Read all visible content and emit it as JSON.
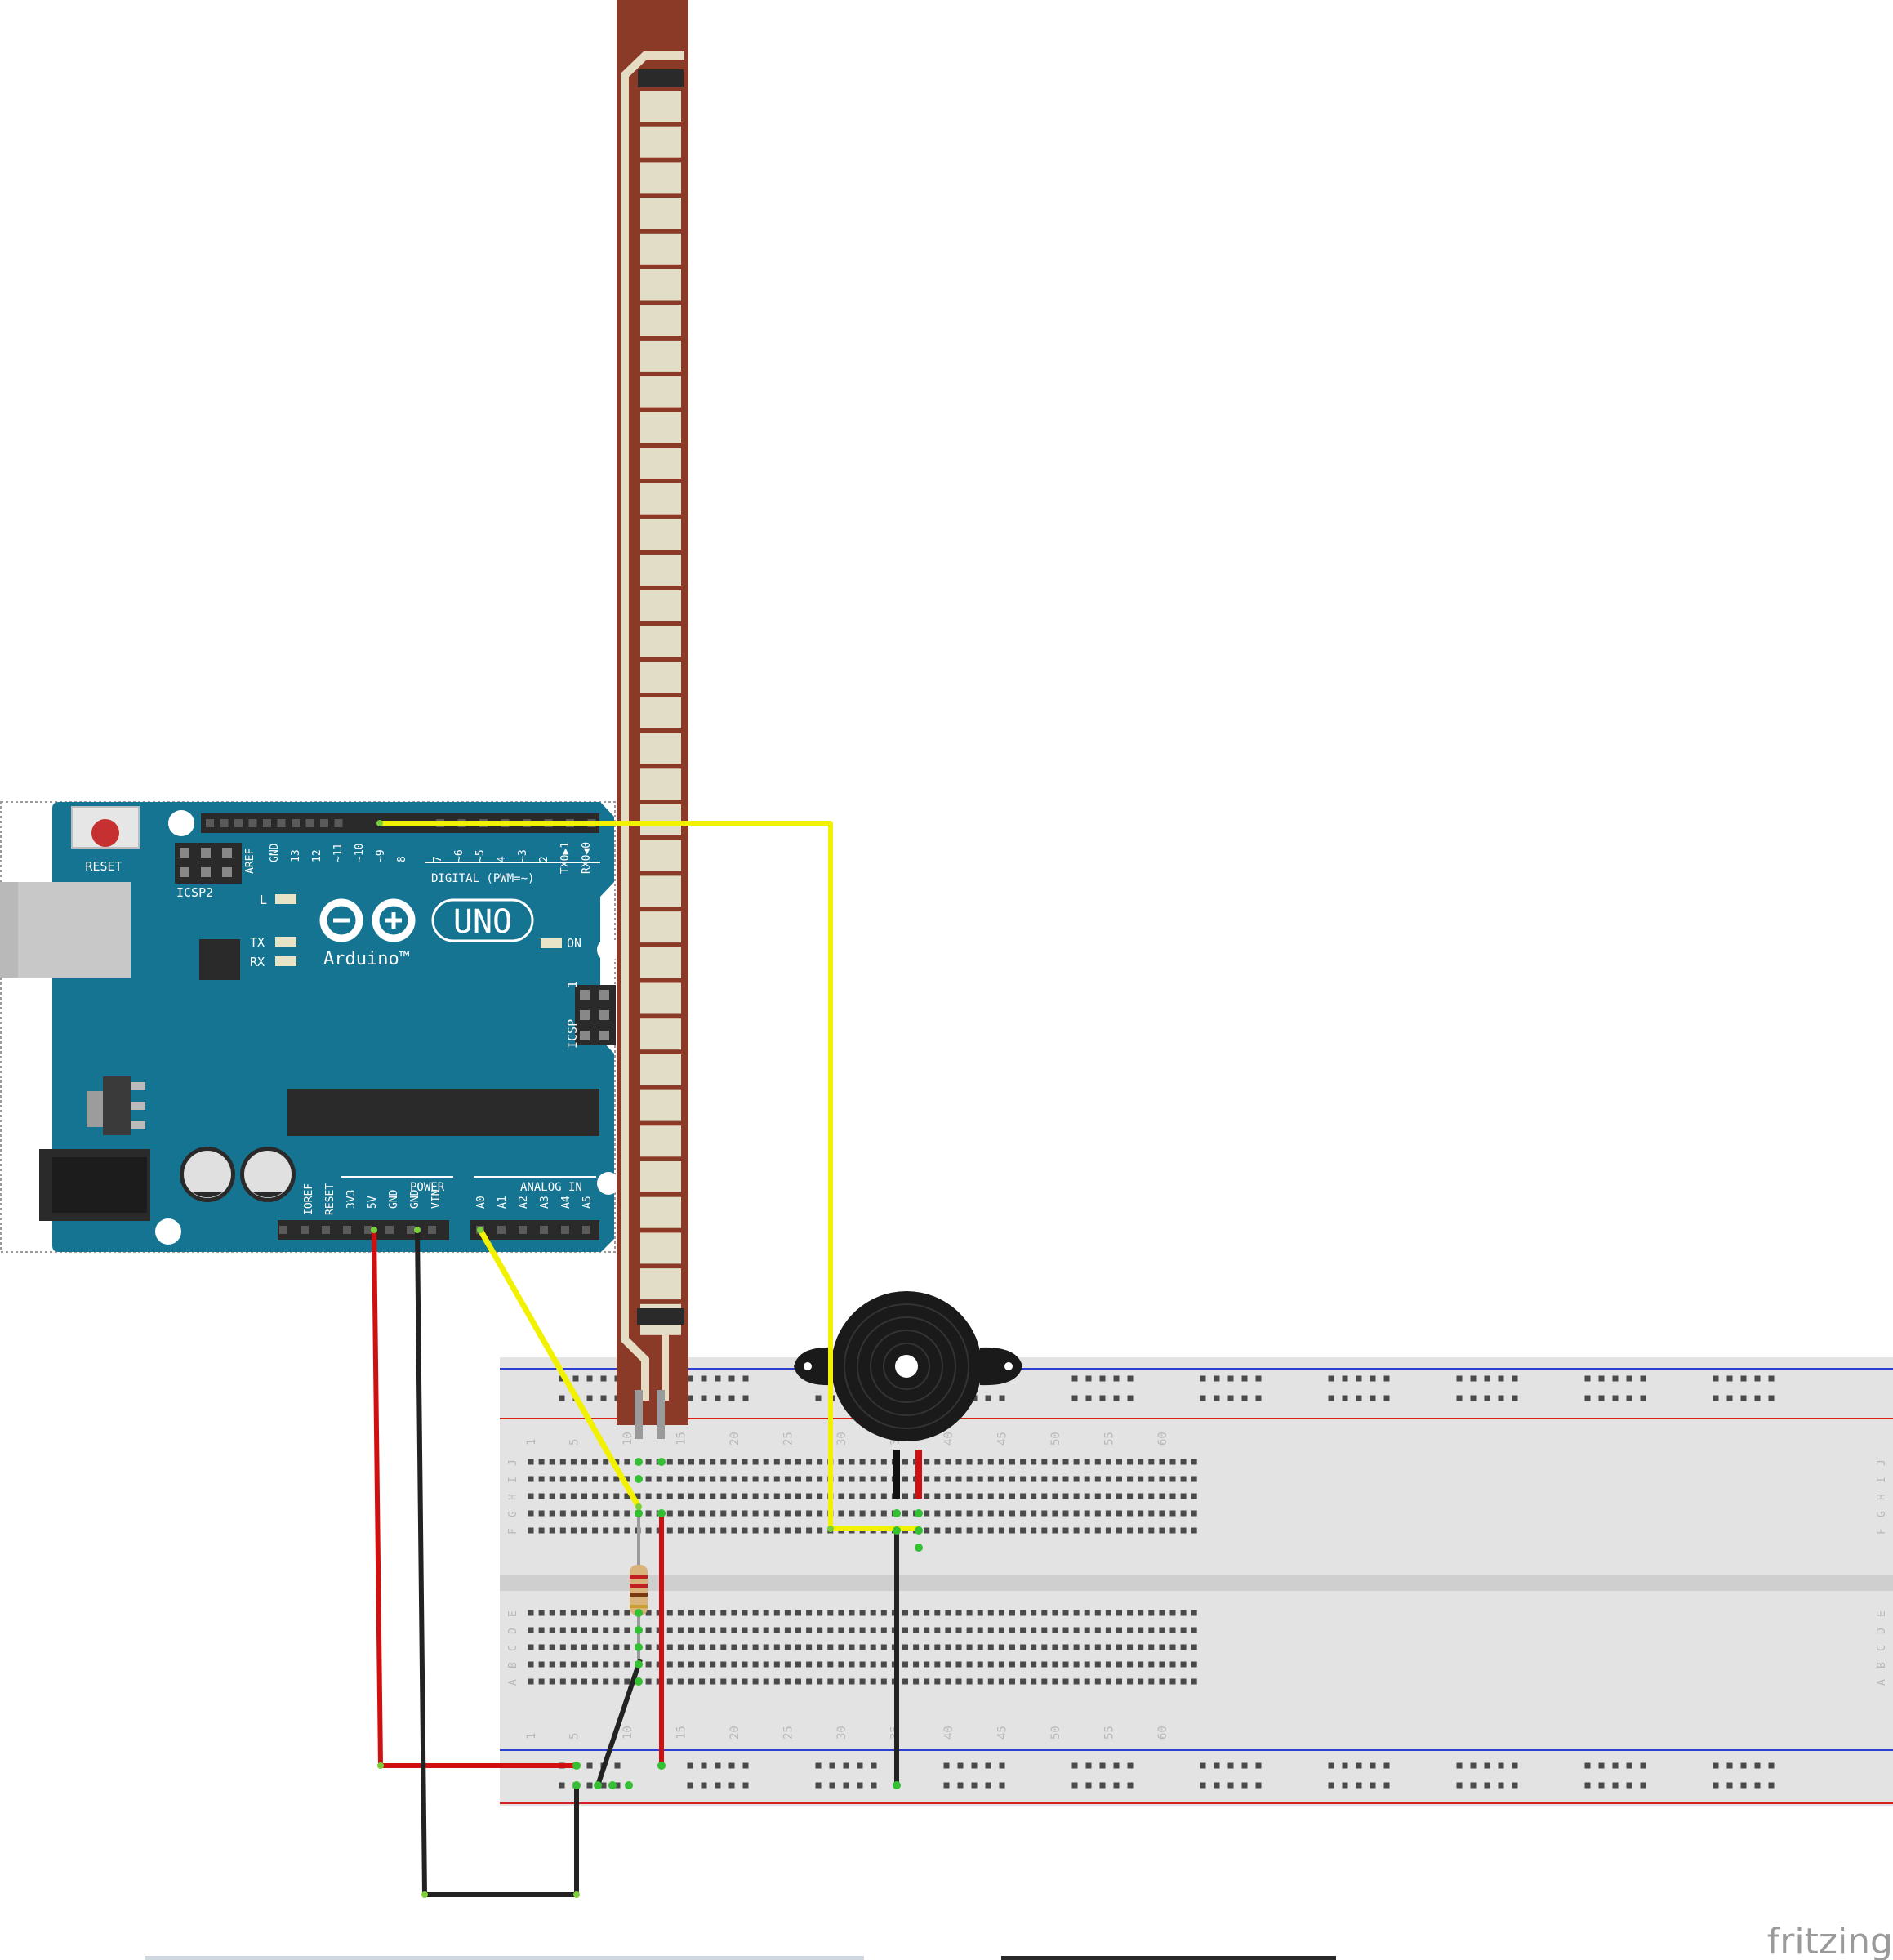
{
  "diagram": {
    "arduino": {
      "reset_label": "RESET",
      "icsp2_label": "ICSP2",
      "icsp_label": "ICSP",
      "icsp_pin1": "1",
      "digital_header_label": "DIGITAL (PWM=~)",
      "digital_pins": [
        "AREF",
        "GND",
        "13",
        "12",
        "~11",
        "~10",
        "~9",
        "8",
        "7",
        "~6",
        "~5",
        "4",
        "~3",
        "2",
        "TX0▶1",
        "RX0◀0"
      ],
      "led_l": "L",
      "led_tx": "TX",
      "led_rx": "RX",
      "led_on": "ON",
      "brand_uno": "UNO",
      "brand_arduino": "Arduino™",
      "power_label": "POWER",
      "power_pins": [
        "IOREF",
        "RESET",
        "3V3",
        "5V",
        "GND",
        "GND",
        "VIN"
      ],
      "analog_label": "ANALOG IN",
      "analog_pins": [
        "A0",
        "A1",
        "A2",
        "A3",
        "A4",
        "A5"
      ]
    },
    "breadboard": {
      "column_numbers": [
        "1",
        "5",
        "10",
        "15",
        "20",
        "25",
        "30",
        "35",
        "40",
        "45",
        "50",
        "55",
        "60"
      ],
      "top_row_letters": [
        "J",
        "I",
        "H",
        "G",
        "F"
      ],
      "bottom_row_letters": [
        "E",
        "D",
        "C",
        "B",
        "A"
      ]
    },
    "watermark": "fritzing",
    "colors": {
      "board": "#167493",
      "flex_sensor": "#8b3a27",
      "wire_yellow": "#f2f200",
      "wire_red": "#d01010",
      "wire_black": "#222222",
      "breadboard": "#e3e3e3",
      "rail_red": "#d62020",
      "rail_blue": "#2b3fd0"
    }
  }
}
